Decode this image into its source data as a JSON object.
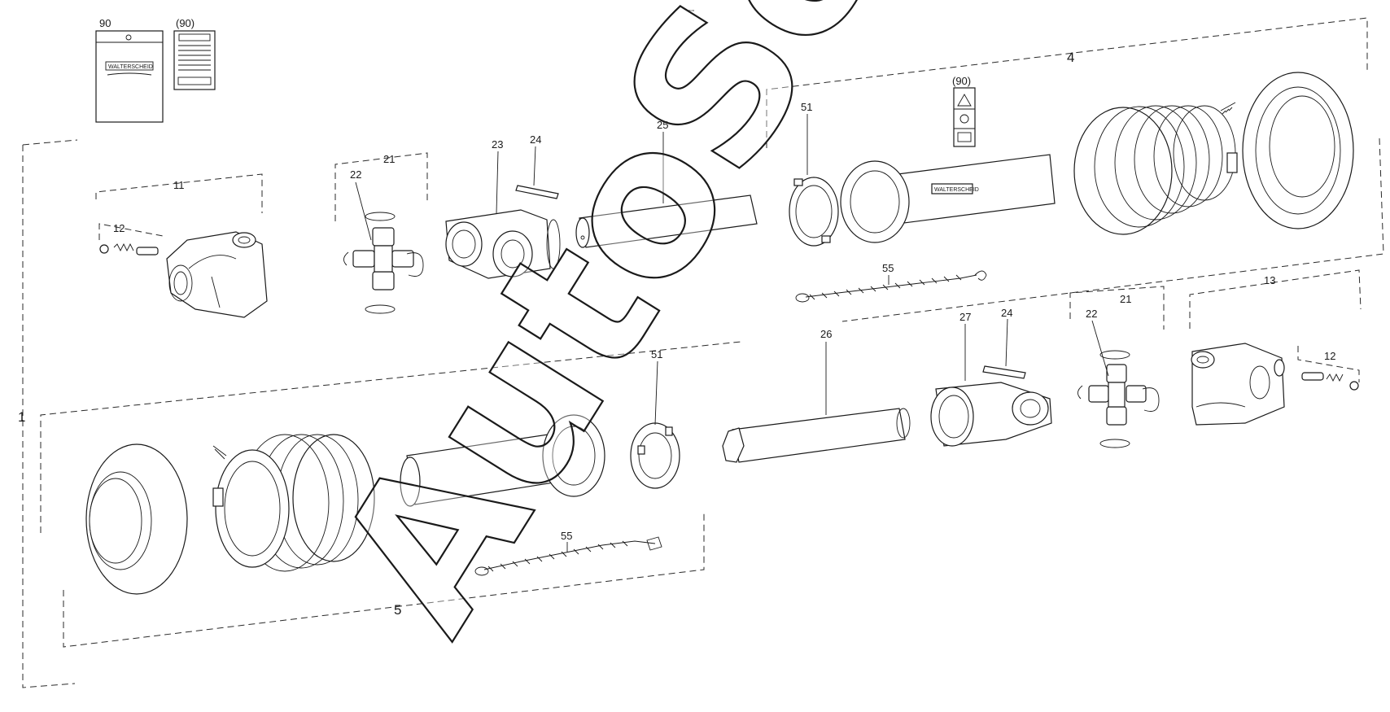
{
  "header_mark": "⁼ ▫▫▫",
  "watermark": "AutoSoft",
  "brand": "WALTERSCHEID",
  "callouts": [
    {
      "id": "c90a",
      "text": "90"
    },
    {
      "id": "c90b",
      "text": "(90)"
    },
    {
      "id": "c90c",
      "text": "(90)"
    },
    {
      "id": "c1",
      "text": "1"
    },
    {
      "id": "c4",
      "text": "4"
    },
    {
      "id": "c5",
      "text": "5"
    },
    {
      "id": "c11",
      "text": "11"
    },
    {
      "id": "c12a",
      "text": "12"
    },
    {
      "id": "c12b",
      "text": "12"
    },
    {
      "id": "c13",
      "text": "13"
    },
    {
      "id": "c21a",
      "text": "21"
    },
    {
      "id": "c21b",
      "text": "21"
    },
    {
      "id": "c22a",
      "text": "22"
    },
    {
      "id": "c22b",
      "text": "22"
    },
    {
      "id": "c23",
      "text": "23"
    },
    {
      "id": "c24a",
      "text": "24"
    },
    {
      "id": "c24b",
      "text": "24"
    },
    {
      "id": "c25",
      "text": "25"
    },
    {
      "id": "c26",
      "text": "26"
    },
    {
      "id": "c27",
      "text": "27"
    },
    {
      "id": "c51a",
      "text": "51"
    },
    {
      "id": "c51b",
      "text": "51"
    },
    {
      "id": "c55a",
      "text": "55"
    },
    {
      "id": "c55b",
      "text": "55"
    }
  ],
  "colors": {
    "ink": "#1a1a1a",
    "background": "#ffffff"
  }
}
